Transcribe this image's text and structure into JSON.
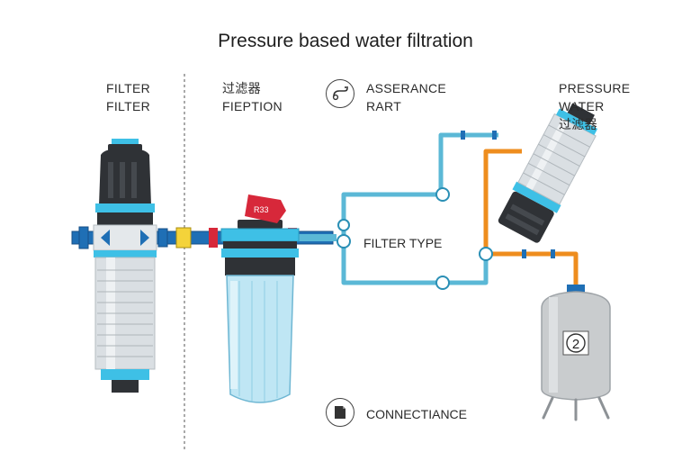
{
  "title": "Pressure based water filtration",
  "labels": {
    "col1_line1": "FILTER",
    "col1_line2": "FILTER",
    "col2_line1": "过滤器",
    "col2_line2": "FIEPTION",
    "col3_line1": "ASSERANCE",
    "col3_line2": "RART",
    "col4_line1": "PRESSURE",
    "col4_line2": "WATER",
    "col4_line3": "过滤器",
    "center_label": "FILTER TYPE",
    "bottom_label": "CONNECTIANCE",
    "tank_number": "2",
    "tag_text": "R33"
  },
  "colors": {
    "pipe_blue": "#5bb8d6",
    "pipe_orange": "#ee8d1e",
    "fitting_blue": "#1f6fb5",
    "accent_cyan": "#3ec0e6",
    "red": "#d7283a",
    "yellow": "#f4d33a",
    "cap_dark": "#2f3236",
    "cartridge_gray": "#dadfe3",
    "tank_gray": "#c9ccce"
  },
  "icons": [
    "pipe-icon",
    "document-icon"
  ]
}
